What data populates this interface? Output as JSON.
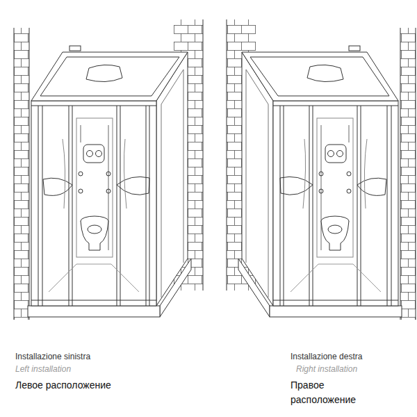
{
  "diagram": {
    "labels": [
      "Installazione sinistra",
      "Left installation",
      "Левое расположение",
      "Installazione destra",
      "Right installation",
      "Правое расположение"
    ]
  }
}
